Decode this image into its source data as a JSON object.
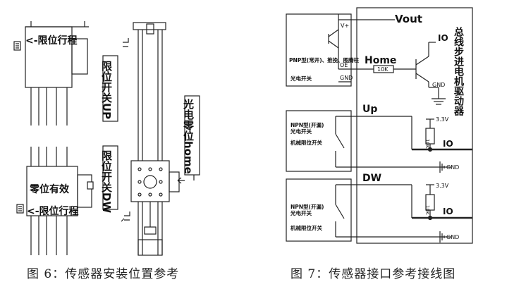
{
  "left_figure": {
    "caption": "图 6：传感器安装位置参考",
    "labels": {
      "limit_travel_top": "<-限位行程",
      "limit_open_up": "限位开关UP",
      "limit_open_dw": "限位开关DW",
      "zero_valid": "零位有效",
      "limit_travel_bottom": "<-限位行程",
      "photo_zero_home": "光电零位home"
    }
  },
  "right_figure": {
    "caption": "图 7：传感器接口参考接线图",
    "driver_label": "总线步进电机驱动器",
    "vout": "Vout",
    "vplus": "V+",
    "io_top": "IO",
    "pnp_label": "PNP型(常开)、推挽、图腾柱",
    "photo_switch": "光电开关",
    "oe": "OE",
    "gnd": "GND",
    "home": "Home",
    "resistor_home": "10K",
    "gnd_small": "GND",
    "up": "Up",
    "npn_up": "NPN型(开漏)",
    "photo_up": "光电开关",
    "mech_up": "机械限位开关",
    "v33_up": "3.3V",
    "resistor_up": "10K",
    "io_up": "IO",
    "gnd_up": "GND",
    "dw": "DW",
    "npn_dw": "NPN型(开漏)",
    "photo_dw": "光电开关",
    "mech_dw": "机械限位开关",
    "v33_dw": "3.3V",
    "resistor_dw": "10K",
    "io_dw": "IO",
    "gnd_dw": "GND"
  }
}
